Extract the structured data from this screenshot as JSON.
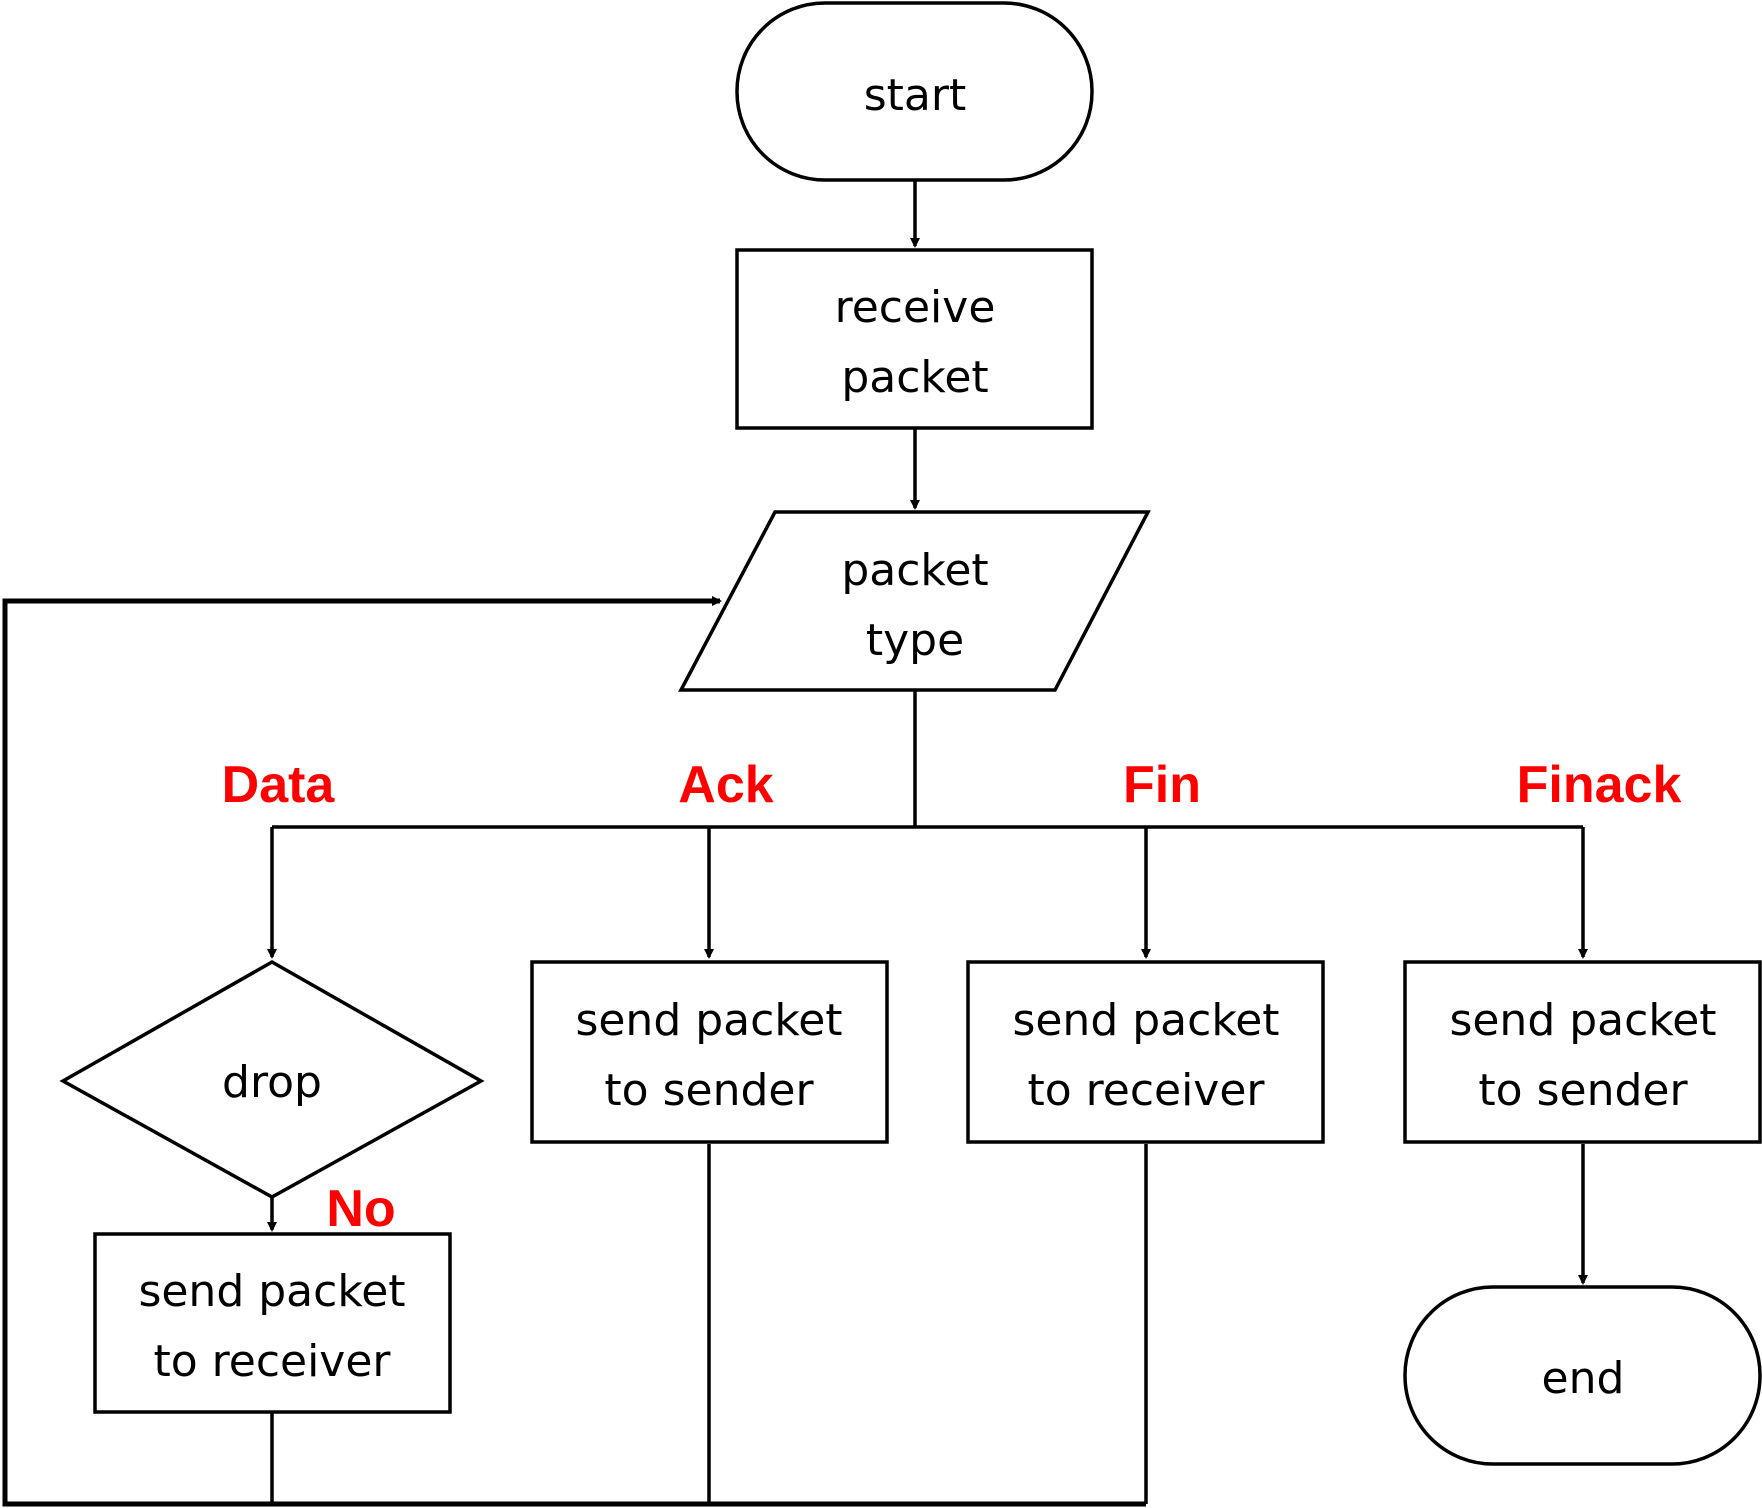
{
  "colors": {
    "line": "#000000",
    "branch_label": "#ff0000",
    "background": "#ffffff"
  },
  "nodes": {
    "start": {
      "shape": "terminator",
      "lines": [
        "start"
      ]
    },
    "receive": {
      "shape": "process",
      "lines": [
        "receive",
        "packet"
      ]
    },
    "type": {
      "shape": "data",
      "lines": [
        "packet",
        "type"
      ]
    },
    "drop": {
      "shape": "decision",
      "lines": [
        "drop"
      ]
    },
    "data_send": {
      "shape": "process",
      "lines": [
        "send packet",
        "to receiver"
      ]
    },
    "ack_send": {
      "shape": "process",
      "lines": [
        "send packet",
        "to sender"
      ]
    },
    "fin_send": {
      "shape": "process",
      "lines": [
        "send packet",
        "to receiver"
      ]
    },
    "finack_send": {
      "shape": "process",
      "lines": [
        "send packet",
        "to sender"
      ]
    },
    "end": {
      "shape": "terminator",
      "lines": [
        "end"
      ]
    }
  },
  "branch_labels": {
    "data": "Data",
    "ack": "Ack",
    "fin": "Fin",
    "finack": "Finack",
    "no": "No"
  },
  "edges": [
    {
      "from": "start",
      "to": "receive"
    },
    {
      "from": "receive",
      "to": "type"
    },
    {
      "from": "type",
      "to": "drop",
      "label": "Data"
    },
    {
      "from": "type",
      "to": "ack_send",
      "label": "Ack"
    },
    {
      "from": "type",
      "to": "fin_send",
      "label": "Fin"
    },
    {
      "from": "type",
      "to": "finack_send",
      "label": "Finack"
    },
    {
      "from": "drop",
      "to": "data_send",
      "label": "No"
    },
    {
      "from": "finack_send",
      "to": "end"
    },
    {
      "from": "data_send",
      "to": "type"
    },
    {
      "from": "ack_send",
      "to": "type"
    },
    {
      "from": "fin_send",
      "to": "type"
    }
  ]
}
